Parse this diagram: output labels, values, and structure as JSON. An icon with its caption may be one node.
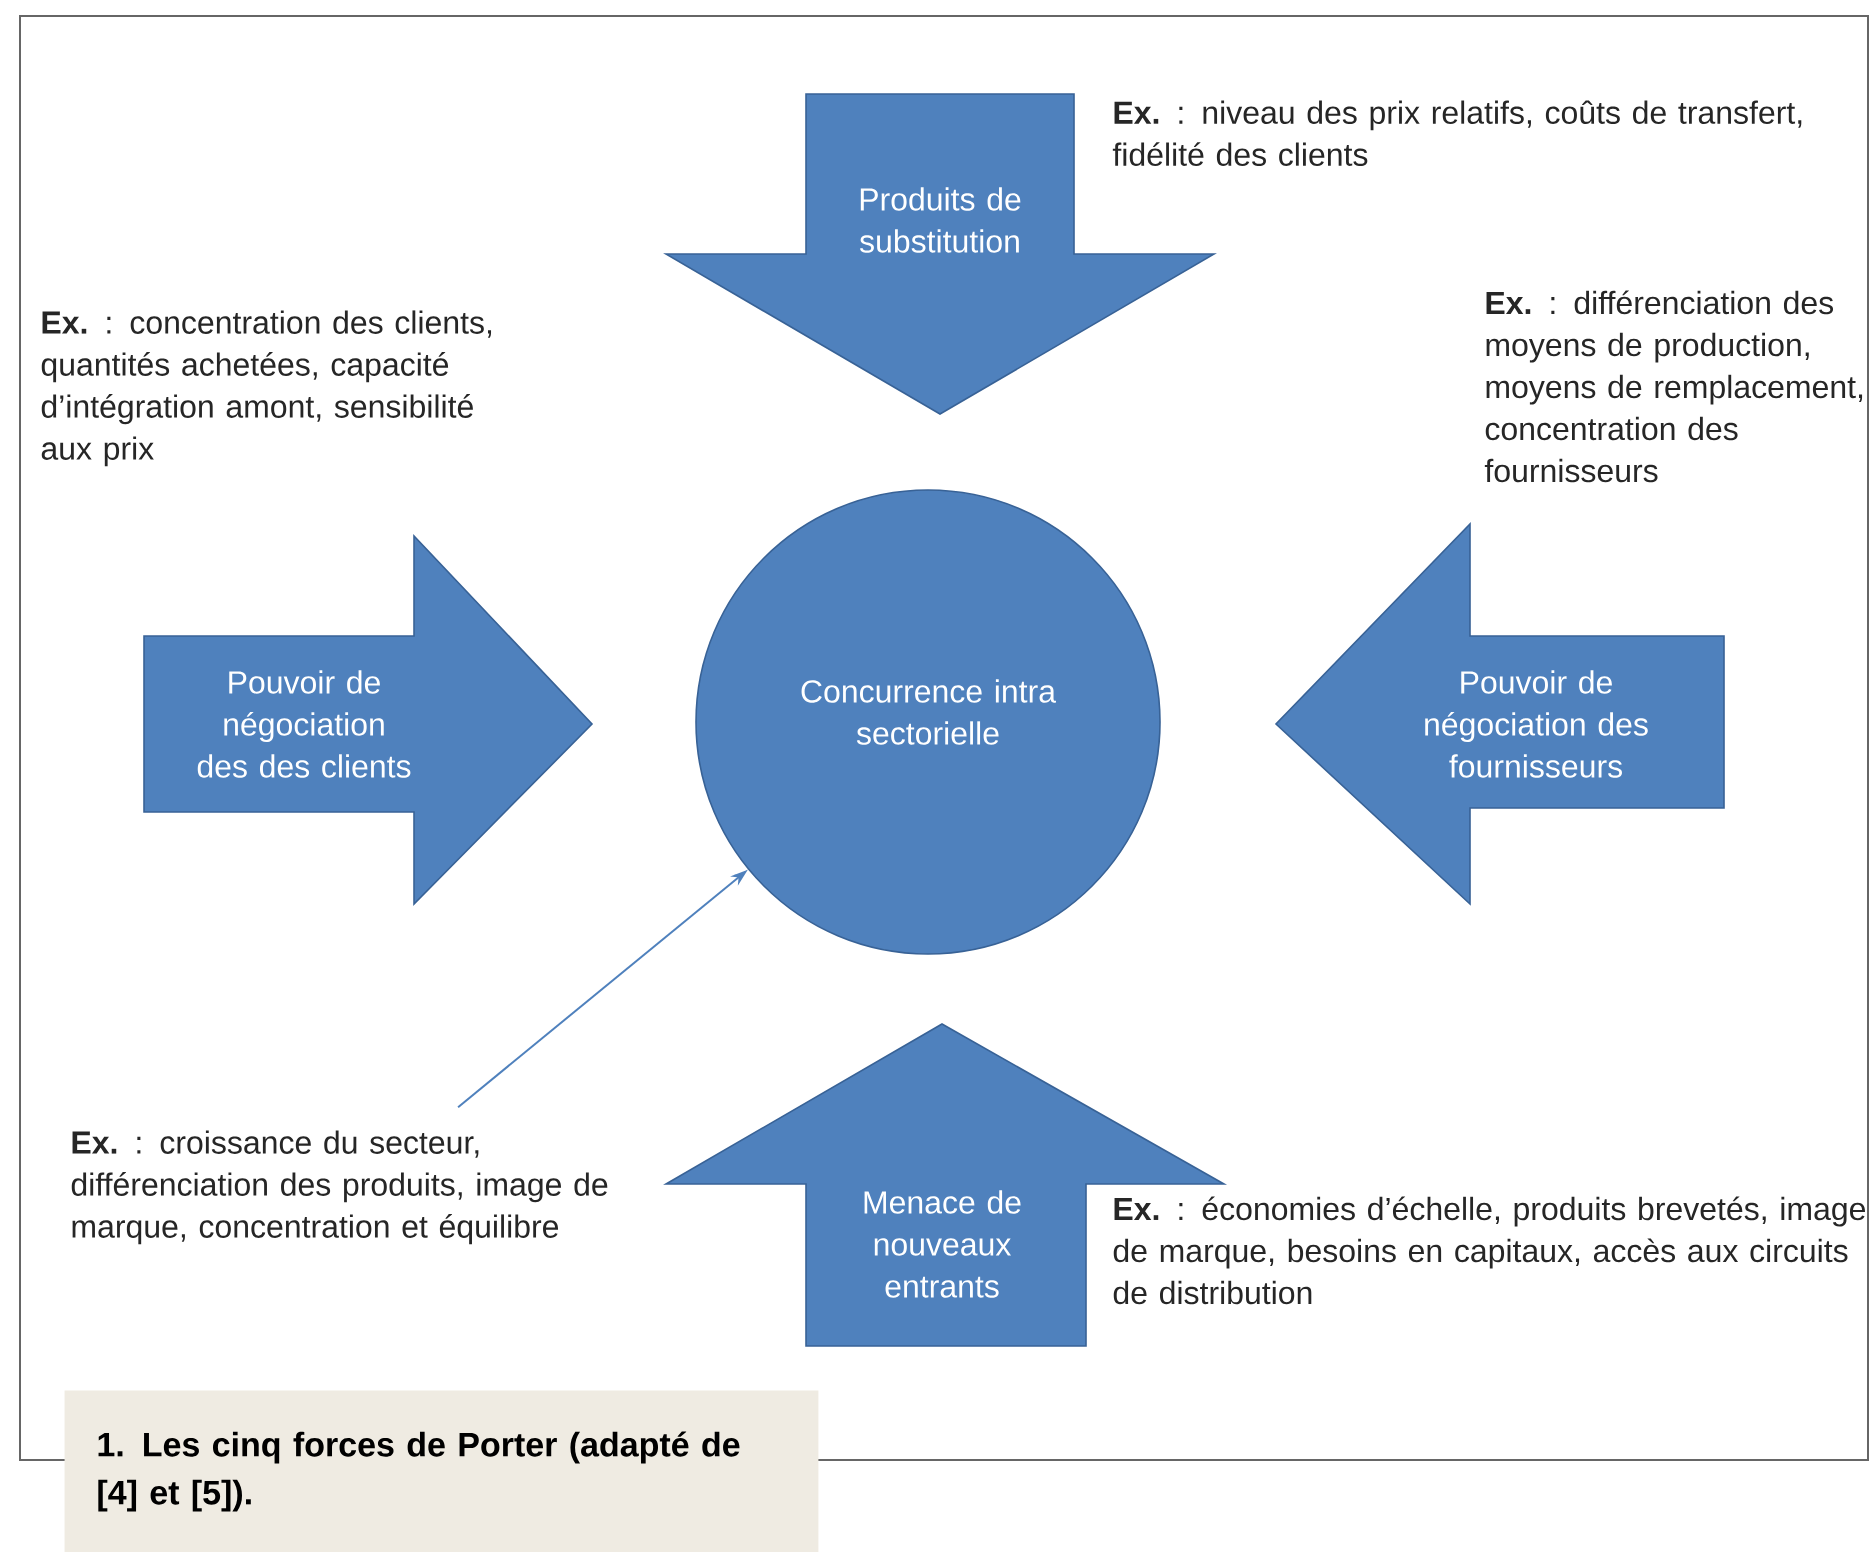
{
  "diagram": {
    "caption": "1. Les cinq forces de Porter (adapté de [4] et [5]).",
    "nodes": [
      {
        "text": [
          "Produits de substitution"
        ],
        "beside": [
          "**Ex.** : niveau des prix relatifs, coûts de transfert, fidélité des clients"
        ]
      },
      {
        "text": [
          "Pouvoir de négociation des des clients"
        ],
        "beside": [
          "**Ex.** : concentration des clients, quantités achetées, capacité d’intégration amont, sensibilité aux prix"
        ]
      },
      {
        "text": [
          "Concurrence intra sectorielle"
        ]
      },
      {
        "text": [
          "Pouvoir de négociation des fournisseurs"
        ],
        "beside": [
          "**Ex.** : différenciation des moyens de production, moyens de remplacement, concentration des fournisseurs"
        ]
      },
      {
        "text": [
          "**Ex.** : croissance du secteur, différenciation des produits, image de marque, concentration et équilibre"
        ]
      },
      {
        "text": [
          "Menace de nouveaux entrants"
        ],
        "beside": [
          "**Ex.** : économies d’échelle, produits brevetés, image de marque, besoins en capitaux, accès aux circuits de distribution"
        ]
      }
    ],
    "edges": [
      {
        "from": 4,
        "to": 2,
        "arrow": "to"
      }
    ]
  }
}
